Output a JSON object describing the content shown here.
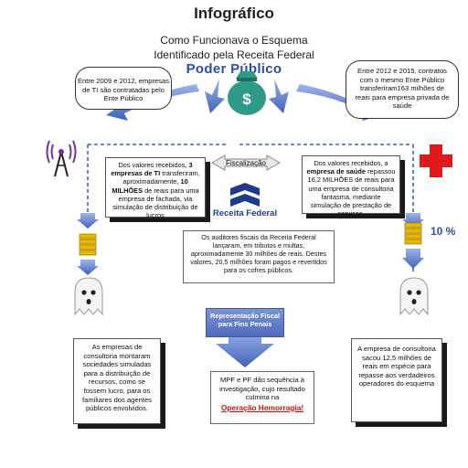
{
  "header": {
    "title": "Infográfico",
    "subtitle_line1": "Como Funcionava o Esquema",
    "subtitle_line2": "Identificado pela Receita Federal",
    "poder_publico": "Poder Público"
  },
  "boxes": {
    "top_left": "Entre 2009 e 2012, empresas de TI são contratadas pelo Ente Público",
    "top_right": "Entre 2012 e 2015, contratos com o mesmo Ente Público transferiram163 milhões de reais para empresa privada de saúde",
    "mid_left": {
      "part1": "Dos valores recebidos, ",
      "bold1": "3 empresas de TI",
      "part2": " transferiram, aproximadamente, ",
      "bold2": "10 MILHÕES",
      "part3": " de reais para uma empresa de fachada, via simulação de distribuição de lucros"
    },
    "mid_right": {
      "part1": "Dos valores recebidos, a ",
      "bold1": "empresa de saúde",
      "part2": " repassou 16,2 MILHÕES de reais para uma empresa de consultoria fantasma, mediante simulação de prestação de serviços."
    },
    "center_auditors": "Os auditores fiscais da Receita Federal lançaram, em tributos e multas, aproximadamente 30 milhões de reais. Destes valores, 20,5 milhões foram pagos e revertidos para os cofres públicos.",
    "representacao": "Representação Fiscal para Fins Penais",
    "bottom_left": "As empresas de consultoria montaram sociedades simuladas para a distribuição de recursos, como se fossem lucro, para os familiares dos agentes públicos envolvidos.",
    "bottom_center_text": "MPF e PF  dão sequência à investigação, cujo resultado culmina na",
    "bottom_center_highlight": "Operação Hemorragia!",
    "bottom_right": "A empresa de consultoria sacou 12,5 milhões de reais em espécie para repasse aos verdadeiros operadores do esquema"
  },
  "labels": {
    "fiscalizacao": "Fiscalização",
    "receita_federal": "Receita Federal",
    "percent": "10 %",
    "money_symbol": "$"
  },
  "colors": {
    "accent_blue": "#2b4fa3",
    "arrow_blue": "#3f63b8",
    "red_cross": "#e0191b",
    "coin_gold": "#e6b800"
  }
}
